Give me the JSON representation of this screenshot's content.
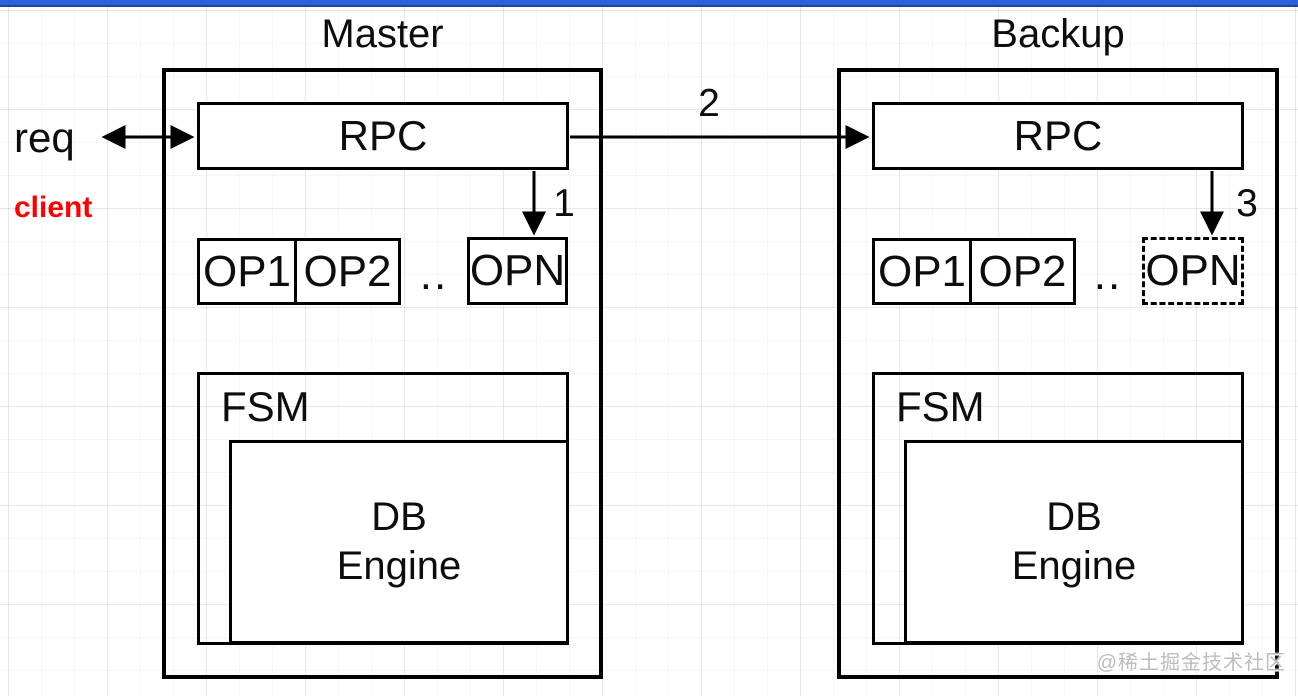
{
  "window": {
    "top_bar_color": "#2e62d8",
    "watermark": "@稀土掘金技术社区",
    "stroke_color": "#000000",
    "client_color": "#ff0000"
  },
  "client_side": {
    "req_label": "req",
    "client_label": "client"
  },
  "flow": {
    "step1": "1",
    "step2": "2",
    "step3": "3"
  },
  "master": {
    "title": "Master",
    "rpc_label": "RPC",
    "op1": "OP1",
    "op2": "OP2",
    "dots": "..",
    "opn": "OPN",
    "fsm_label": "FSM",
    "db_line1": "DB",
    "db_line2": "Engine"
  },
  "backup": {
    "title": "Backup",
    "rpc_label": "RPC",
    "op1": "OP1",
    "op2": "OP2",
    "dots": "..",
    "opn": "OPN",
    "fsm_label": "FSM",
    "db_line1": "DB",
    "db_line2": "Engine"
  }
}
